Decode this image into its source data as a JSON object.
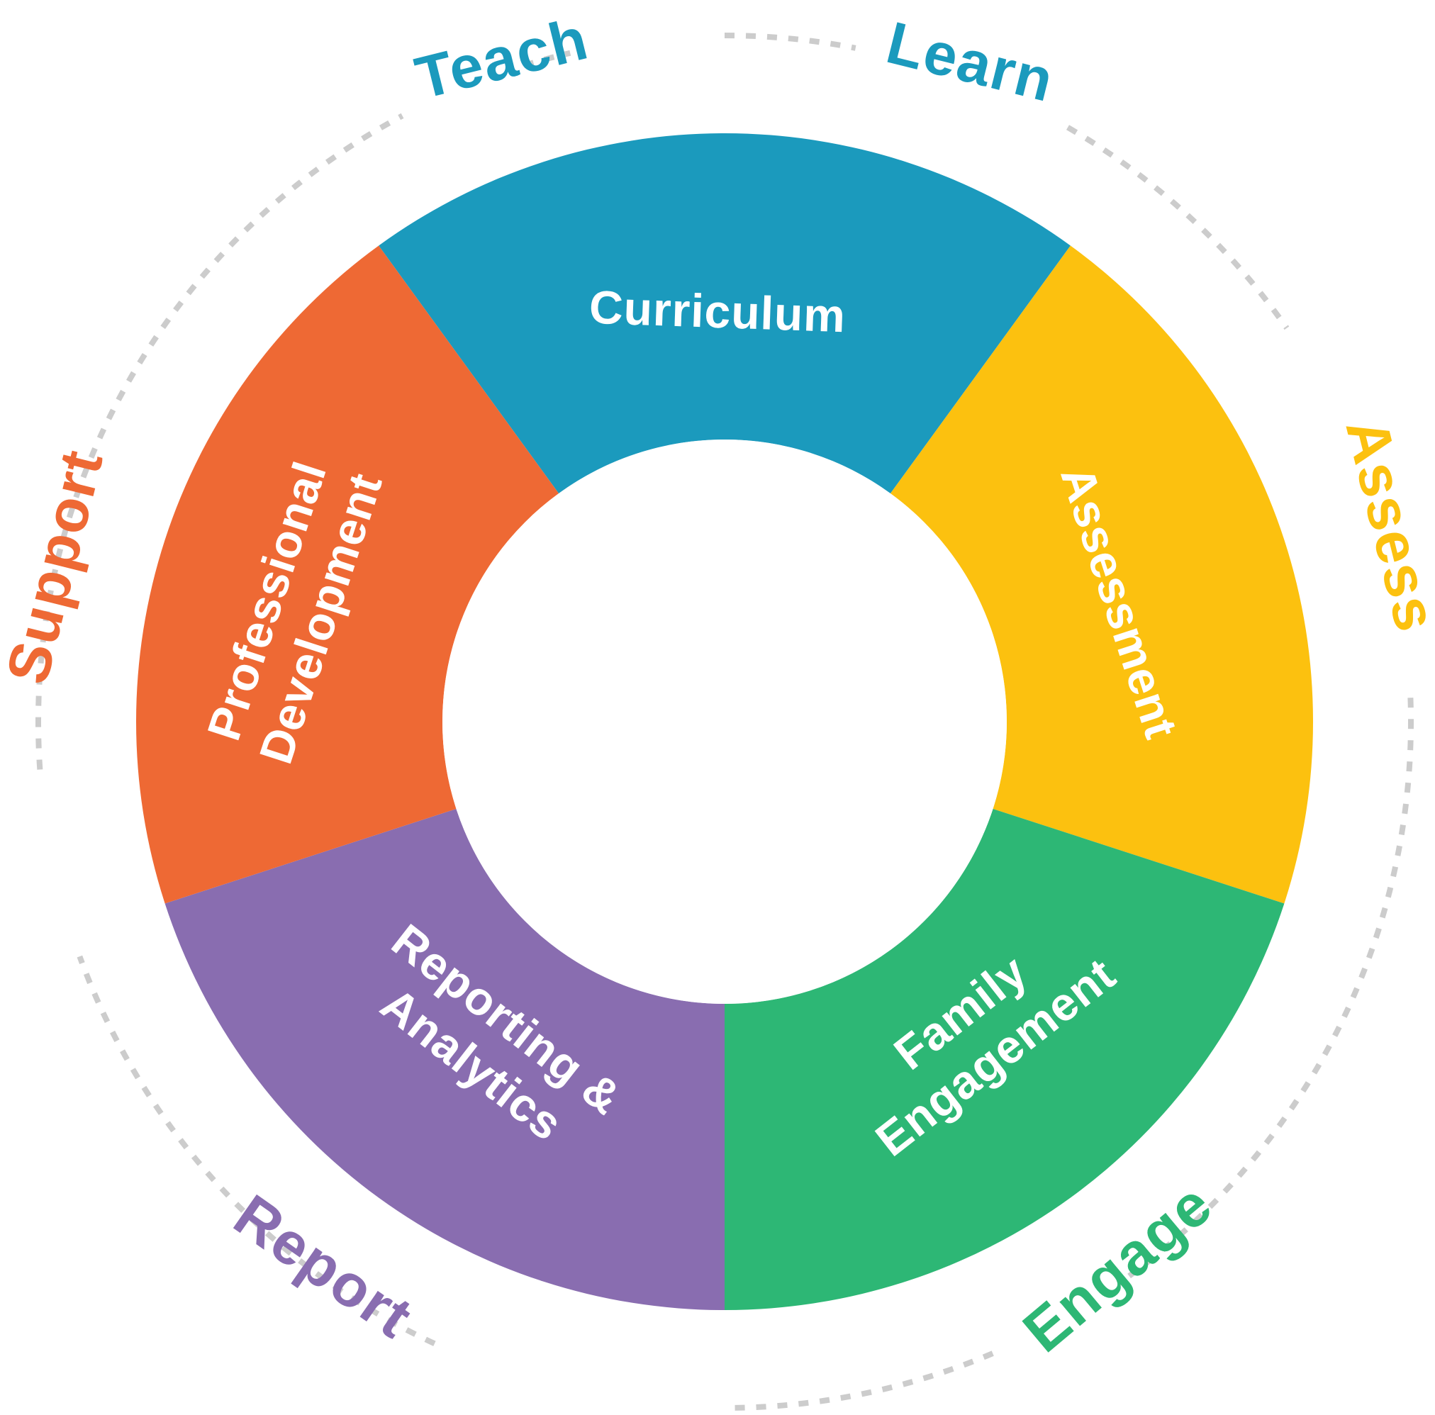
{
  "colors": {
    "blue": "#1B9ABD",
    "yellow": "#FCC10F",
    "green": "#2DB775",
    "purple": "#896DB0",
    "orange": "#EE6934",
    "dashed_ring": "#CCCCCC",
    "background": "#FFFFFF"
  },
  "segments": [
    {
      "name": "curriculum",
      "lines": [
        "Curriculum"
      ],
      "color": "#1B9ABD"
    },
    {
      "name": "assessment",
      "lines": [
        "Assessment"
      ],
      "color": "#FCC10F"
    },
    {
      "name": "family-engagement",
      "lines": [
        "Family",
        "Engagement"
      ],
      "color": "#2DB775"
    },
    {
      "name": "reporting-analytics",
      "lines": [
        "Reporting &",
        "Analytics"
      ],
      "color": "#896DB0"
    },
    {
      "name": "professional-development",
      "lines": [
        "Professional",
        "Development"
      ],
      "color": "#EE6934"
    }
  ],
  "outer_labels": [
    {
      "name": "teach",
      "text": "Teach",
      "color": "#1B9ABD"
    },
    {
      "name": "learn",
      "text": "Learn",
      "color": "#1B9ABD"
    },
    {
      "name": "assess",
      "text": "Assess",
      "color": "#FCC10F"
    },
    {
      "name": "engage",
      "text": "Engage",
      "color": "#2DB775"
    },
    {
      "name": "report",
      "text": "Report",
      "color": "#896DB0"
    },
    {
      "name": "support",
      "text": "Support",
      "color": "#EE6934"
    }
  ]
}
